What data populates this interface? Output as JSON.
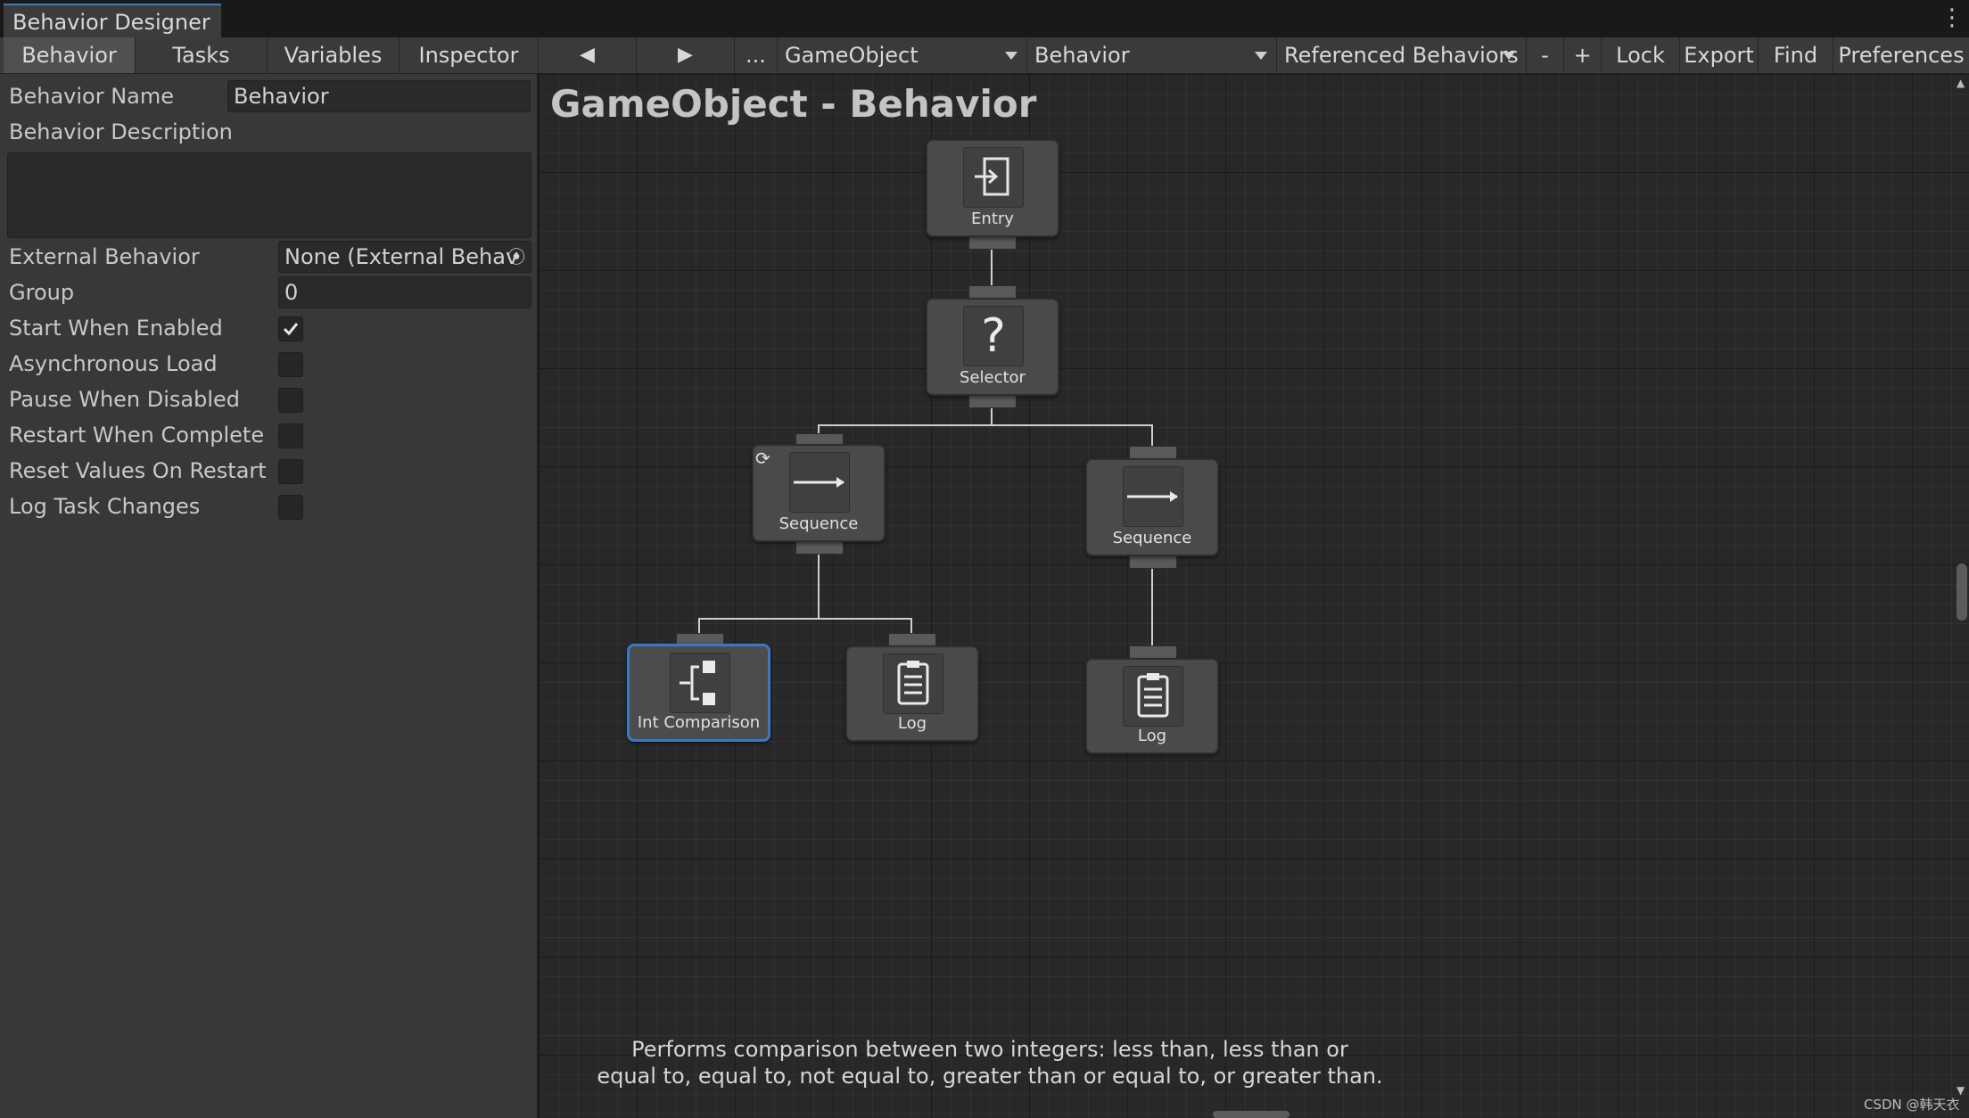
{
  "window": {
    "title": "Behavior Designer"
  },
  "toolbar": {
    "tabs": [
      {
        "label": "Behavior",
        "active": true
      },
      {
        "label": "Tasks",
        "active": false
      },
      {
        "label": "Variables",
        "active": false
      },
      {
        "label": "Inspector",
        "active": false
      }
    ],
    "more_label": "...",
    "gameobject_dropdown": "GameObject",
    "behavior_dropdown": "Behavior",
    "referenced_dropdown": "Referenced Behaviors",
    "minus_label": "-",
    "plus_label": "+",
    "lock_label": "Lock",
    "export_label": "Export",
    "find_label": "Find",
    "preferences_label": "Preferences"
  },
  "inspector": {
    "behavior_name_label": "Behavior Name",
    "behavior_name_value": "Behavior",
    "behavior_description_label": "Behavior Description",
    "behavior_description_value": "",
    "external_behavior_label": "External Behavior",
    "external_behavior_value": "None (External Behav",
    "group_label": "Group",
    "group_value": "0",
    "checkboxes": [
      {
        "label": "Start When Enabled",
        "checked": true
      },
      {
        "label": "Asynchronous Load",
        "checked": false
      },
      {
        "label": "Pause When Disabled",
        "checked": false
      },
      {
        "label": "Restart When Complete",
        "checked": false
      },
      {
        "label": "Reset Values On Restart",
        "checked": false
      },
      {
        "label": "Log Task Changes",
        "checked": false
      }
    ]
  },
  "graph": {
    "title": "GameObject - Behavior",
    "nodes": {
      "entry": {
        "label": "Entry",
        "icon": "entry-icon"
      },
      "selector": {
        "label": "Selector",
        "icon": "question-icon"
      },
      "sequence_left": {
        "label": "Sequence",
        "icon": "arrow-right-icon",
        "repeat_icon": "repeat-icon"
      },
      "sequence_right": {
        "label": "Sequence",
        "icon": "arrow-right-icon"
      },
      "int_comparison": {
        "label": "Int Comparison",
        "icon": "comparison-icon",
        "selected": true
      },
      "log_left": {
        "label": "Log",
        "icon": "clipboard-icon"
      },
      "log_right": {
        "label": "Log",
        "icon": "clipboard-icon"
      }
    },
    "description_line1": "Performs comparison between two integers: less than, less than or",
    "description_line2": "equal to, equal to, not equal to, greater than or equal to, or greater than."
  },
  "watermark": "CSDN @韩天衣",
  "colors": {
    "accent": "#3b78c4",
    "background": "#282828",
    "panel": "#383838",
    "node": "#4a4a4a"
  }
}
